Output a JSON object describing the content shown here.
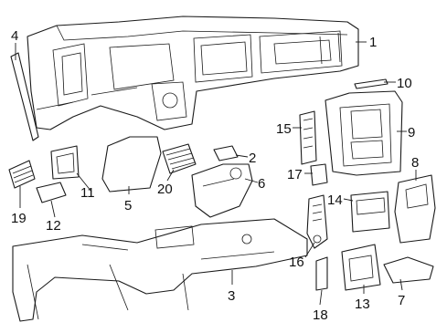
{
  "diagram": {
    "callouts": [
      "1",
      "2",
      "3",
      "4",
      "5",
      "6",
      "7",
      "8",
      "9",
      "10",
      "11",
      "12",
      "13",
      "14",
      "15",
      "16",
      "17",
      "18",
      "19",
      "20"
    ]
  }
}
